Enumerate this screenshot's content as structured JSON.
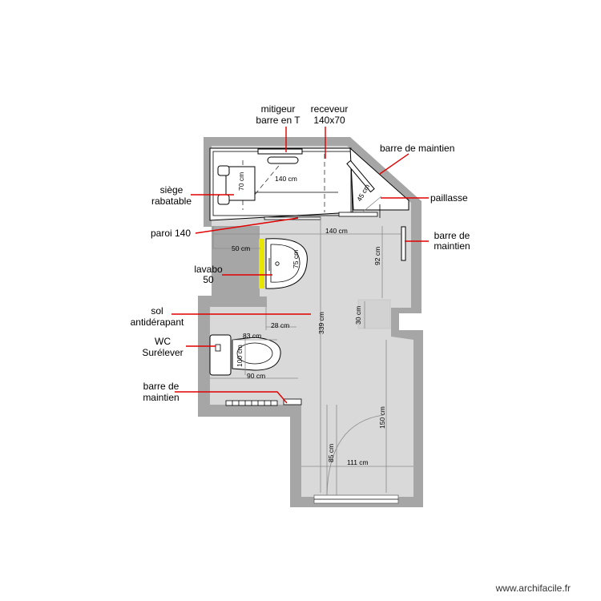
{
  "labels": {
    "mitigeur_1": "mitigeur",
    "mitigeur_2": "barre en T",
    "receveur_1": "receveur",
    "receveur_2": "140x70",
    "barre_top": "barre de maintien",
    "siege_1": "siège",
    "siege_2": "rabatable",
    "paillasse": "paillasse",
    "paroi": "paroi 140",
    "barre_right_1": "barre de",
    "barre_right_2": "maintien",
    "lavabo_1": "lavabo",
    "lavabo_2": "50",
    "sol_1": "sol",
    "sol_2": "antidérapant",
    "wc_1": "WC",
    "wc_2": "Surélever",
    "barre_left_1": "barre de",
    "barre_left_2": "maintien"
  },
  "dimensions": {
    "shower_width": "140 cm",
    "shower_depth": "70 cm",
    "diag": "45 cm",
    "bottom_140": "140 cm",
    "d50": "50 cm",
    "lav75": "75 cm",
    "d92": "92 cm",
    "d339": "339 cm",
    "d28": "28 cm",
    "d30": "30 cm",
    "d83": "83 cm",
    "d100": "100 cm",
    "d90": "90 cm",
    "d150": "150 cm",
    "d85": "85 cm",
    "d111": "111 cm"
  },
  "watermark": "www.archifacile.fr",
  "colors": {
    "wall": "#a6a6a6",
    "floor": "#d9d9d9",
    "leader": "#e00000",
    "basin_marker": "#e6e600"
  }
}
